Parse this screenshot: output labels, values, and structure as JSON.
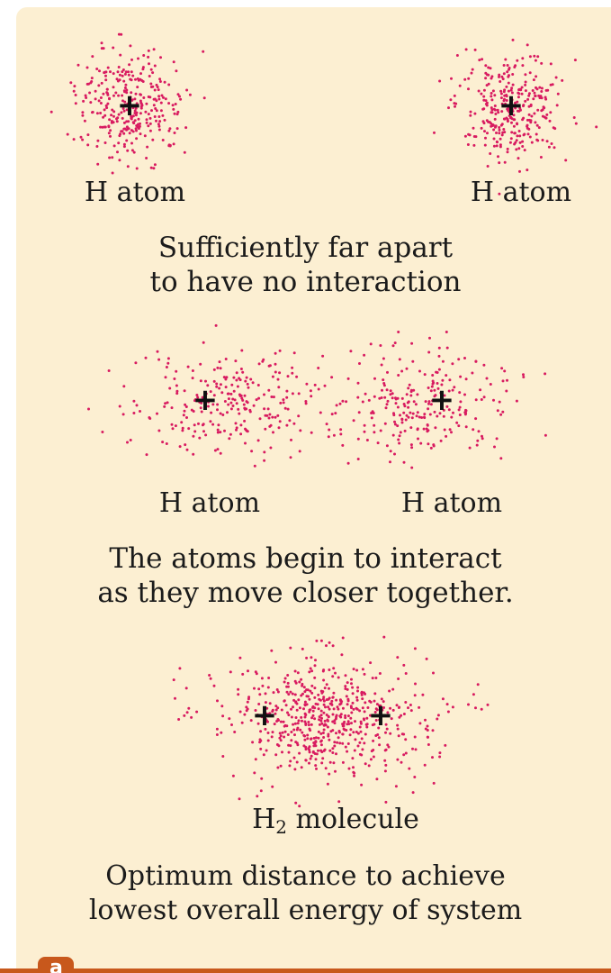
{
  "panel": {
    "background": "#fcefd2",
    "dot_color": "#d81b60"
  },
  "scene1": {
    "left_label": "H atom",
    "right_label": "H atom",
    "caption": [
      "Sufficiently far apart",
      "to have no interaction"
    ]
  },
  "scene2": {
    "left_label": "H atom",
    "right_label": "H atom",
    "caption": [
      "The atoms begin to interact",
      "as they move closer together."
    ]
  },
  "scene3": {
    "label_main": "H",
    "label_subscript": "2",
    "label_rest": " molecule",
    "caption": [
      "Optimum distance to achieve",
      "lowest overall energy of system"
    ]
  },
  "nucleus_symbol": "+",
  "footer": {
    "tab_letter": "a",
    "accent": "#c8581c"
  }
}
